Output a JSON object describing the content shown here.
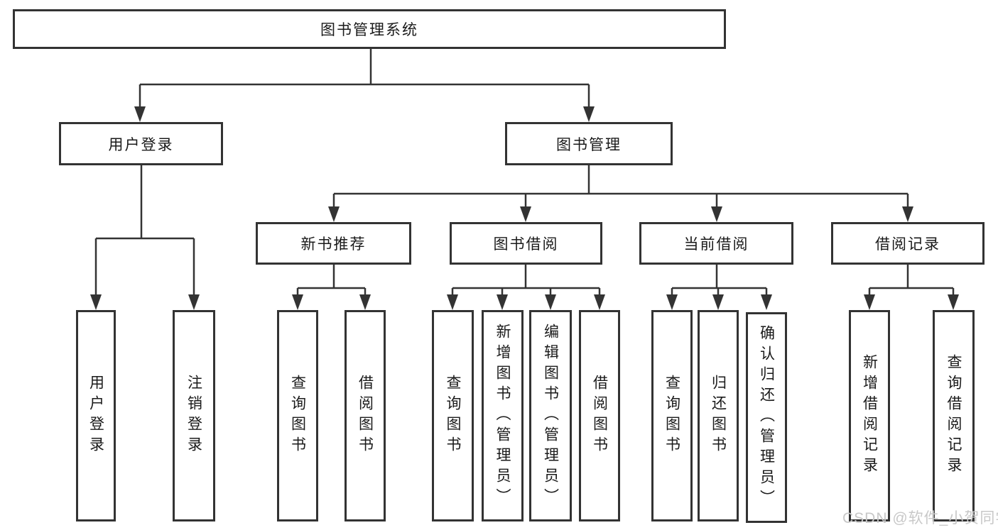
{
  "tree": {
    "root": {
      "label": "图书管理系统"
    },
    "level1": [
      {
        "label": "用户登录",
        "children": [
          {
            "label": "用户登录"
          },
          {
            "label": "注销登录"
          }
        ]
      },
      {
        "label": "图书管理",
        "children": [
          {
            "label": "新书推荐",
            "children": [
              {
                "label": "查询图书"
              },
              {
                "label": "借阅图书"
              }
            ]
          },
          {
            "label": "图书借阅",
            "children": [
              {
                "label": "查询图书"
              },
              {
                "label": "新增图书（管理员）"
              },
              {
                "label": "编辑图书（管理员）"
              },
              {
                "label": "借阅图书"
              }
            ]
          },
          {
            "label": "当前借阅",
            "children": [
              {
                "label": "查询图书"
              },
              {
                "label": "归还图书"
              },
              {
                "label": "确认归还（管理员）"
              }
            ]
          },
          {
            "label": "借阅记录",
            "children": [
              {
                "label": "新增借阅记录"
              },
              {
                "label": "查询借阅记录"
              }
            ]
          }
        ]
      }
    ]
  },
  "watermark": {
    "text": "CSDN @软件_小贺同学"
  },
  "colors": {
    "line": "#333333",
    "border": "#333333",
    "text": "#1a1a1a",
    "background": "#ffffff",
    "watermark": "#c8c8c8"
  }
}
